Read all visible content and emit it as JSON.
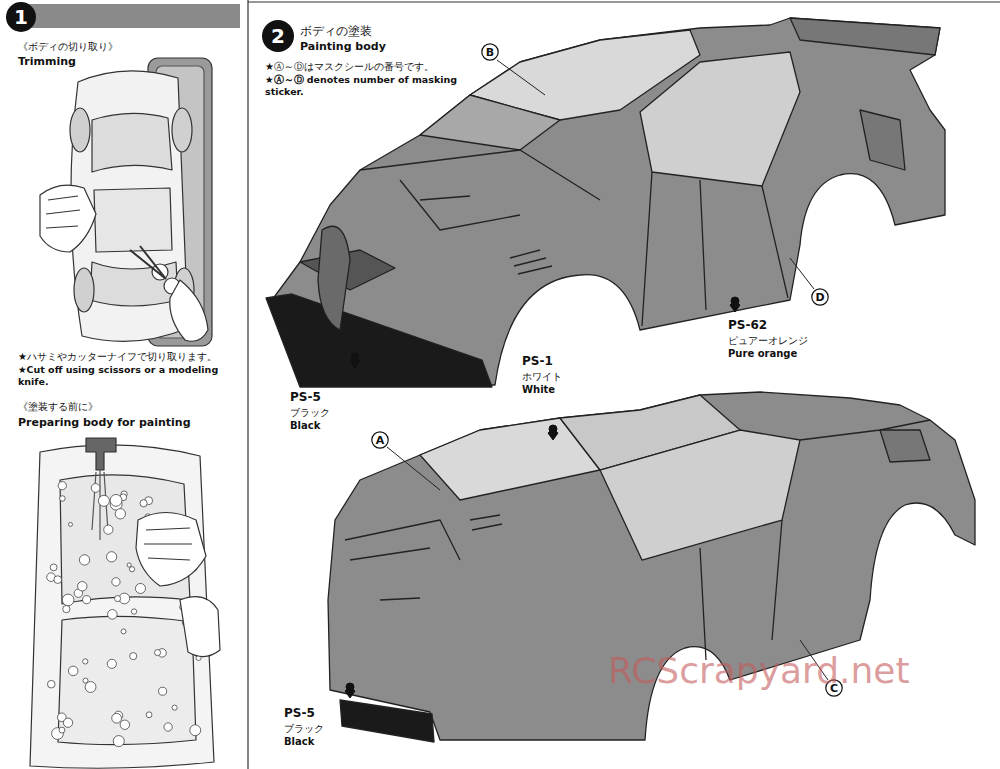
{
  "diagram": {
    "nodes": [
      {
        "text": [
          "1"
        ]
      },
      {
        "text": [
          "2"
        ]
      },
      {
        "text": [
          "B"
        ]
      },
      {
        "text": [
          "D"
        ]
      },
      {
        "text": [
          "A"
        ]
      },
      {
        "text": [
          "C"
        ]
      }
    ],
    "labels": [
      "《ボディの切り取り》",
      "Trimming",
      "★ハサミやカッターナイフで切り取ります。",
      "★Cut off using scissors or a modeling knife.",
      "《塗装する前に》",
      "Preparing body for painting",
      "ボディの塗装",
      "Painting body",
      "★Ⓐ～Ⓓはマスクシールの番号です。",
      "★Ⓐ～Ⓓ denotes number of masking sticker.",
      "PS-62",
      "ピュアーオレンジ",
      "Pure orange",
      "PS-5",
      "ブラック",
      "Black",
      "PS-1",
      "ホワイト",
      "White",
      "PS-5",
      "ブラック",
      "Black",
      "RCScrapyard.net"
    ]
  }
}
